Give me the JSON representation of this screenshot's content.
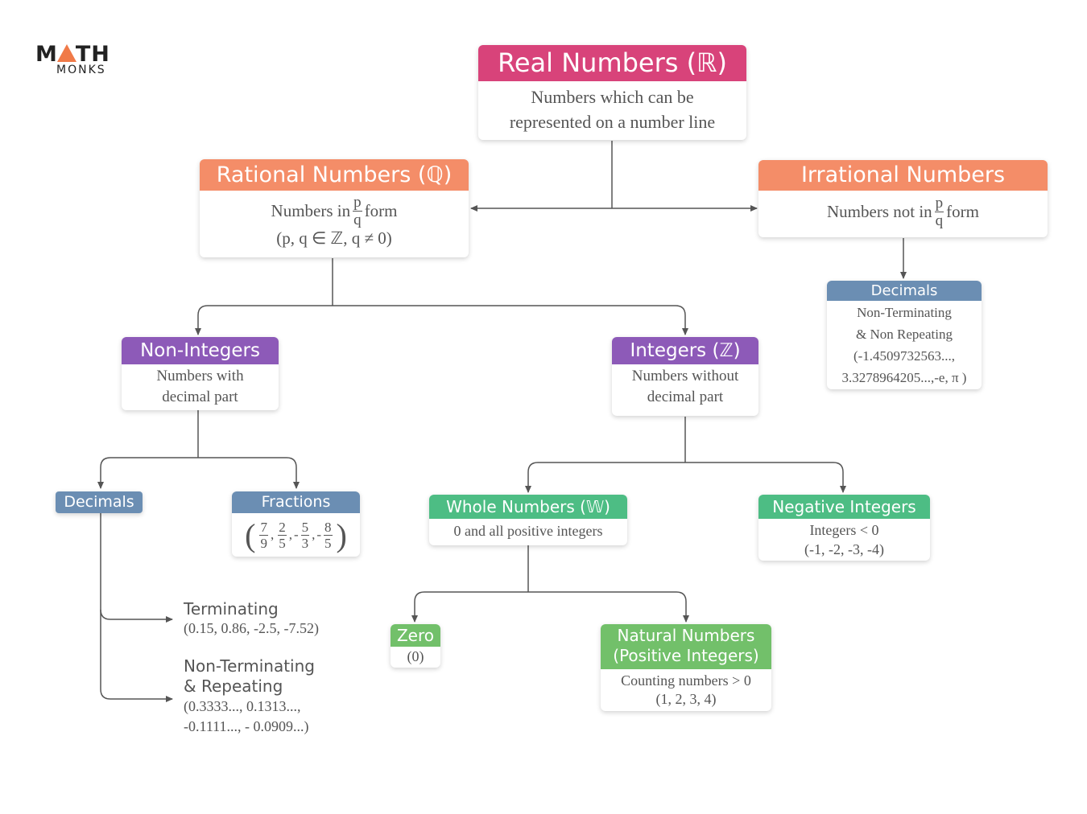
{
  "logo": {
    "part1": "M",
    "part2": "TH",
    "sub": "MONKS"
  },
  "colors": {
    "real": "#d8437a",
    "rational": "#f48d68",
    "irrational": "#f48d68",
    "noninteger": "#8d5ab8",
    "integer": "#8d5ab8",
    "decimals": "#6b8eb3",
    "fractions": "#6b8eb3",
    "green": "#4dbd84",
    "light_green": "#72c06a",
    "line": "#555555"
  },
  "real": {
    "title": "Real Numbers (ℝ)",
    "desc1": "Numbers which can be",
    "desc2": "represented on a number line"
  },
  "rational": {
    "title": "Rational Numbers (ℚ)",
    "desc_pre": "Numbers in",
    "frac_n": "p",
    "frac_d": "q",
    "desc_post": "form",
    "condition": "(p, q ∈ ℤ, q ≠ 0)"
  },
  "irrational": {
    "title": "Irrational Numbers",
    "desc_pre": "Numbers not in",
    "frac_n": "p",
    "frac_d": "q",
    "desc_post": "form"
  },
  "irr_decimals": {
    "title": "Decimals",
    "l1": "Non-Terminating",
    "l2": "& Non Repeating",
    "l3": "(-1.4509732563...,",
    "l4": "3.3278964205...,-e, π )"
  },
  "nonintegers": {
    "title": "Non-Integers",
    "l1": "Numbers with",
    "l2": "decimal part"
  },
  "integers": {
    "title": "Integers (ℤ)",
    "l1": "Numbers without",
    "l2": "decimal part"
  },
  "decimals": {
    "title": "Decimals"
  },
  "fractions": {
    "title": "Fractions",
    "items": [
      {
        "sign": "",
        "n": "7",
        "d": "9"
      },
      {
        "sign": "",
        "n": "2",
        "d": "5"
      },
      {
        "sign": "-",
        "n": "5",
        "d": "3"
      },
      {
        "sign": "-",
        "n": "8",
        "d": "5"
      }
    ]
  },
  "terminating": {
    "title": "Terminating",
    "examples": "(0.15, 0.86, -2.5, -7.52)"
  },
  "nonterminating": {
    "title1": "Non-Terminating",
    "title2": "& Repeating",
    "ex1": "(0.3333..., 0.1313...,",
    "ex2": "-0.1111..., - 0.0909...)"
  },
  "whole": {
    "title": "Whole Numbers (𝕎)",
    "desc": "0 and all positive integers"
  },
  "negative": {
    "title": "Negative Integers",
    "l1": "Integers < 0",
    "l2": "(-1, -2, -3, -4)"
  },
  "zero": {
    "title": "Zero",
    "desc": "(0)"
  },
  "natural": {
    "title1": "Natural Numbers",
    "title2": "(Positive Integers)",
    "l1": "Counting numbers > 0",
    "l2": "(1, 2, 3, 4)"
  }
}
